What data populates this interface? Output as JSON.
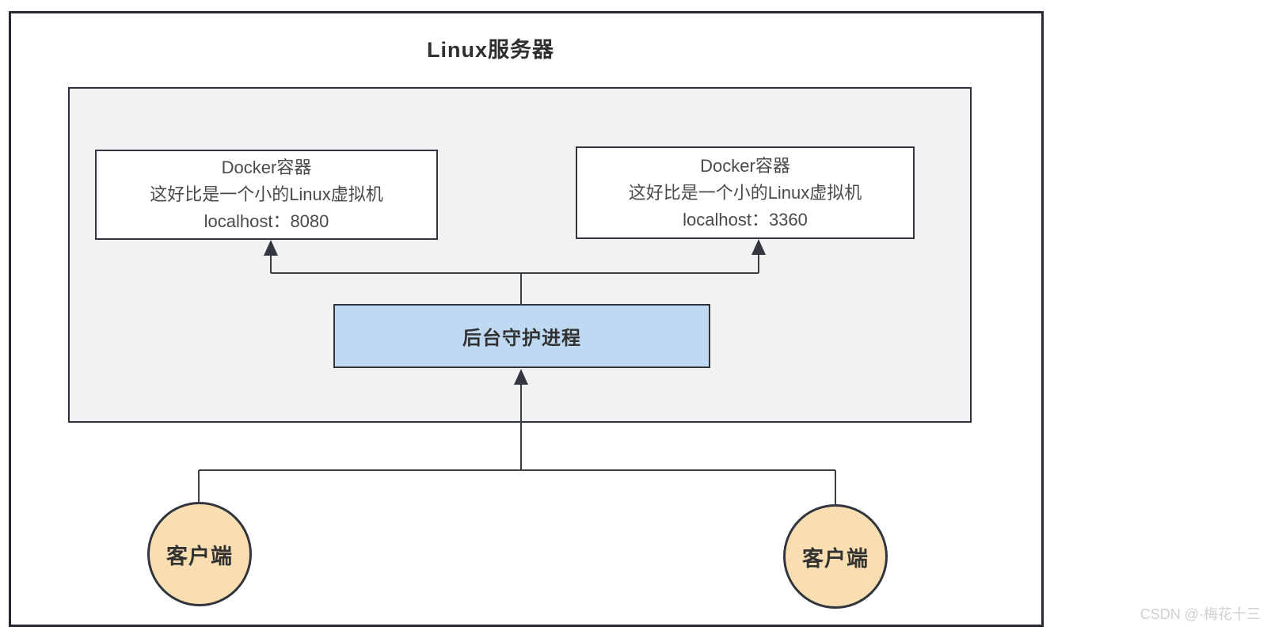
{
  "diagram": {
    "title": "Linux服务器",
    "containers": [
      {
        "title": "Docker容器",
        "desc": "这好比是一个小的Linux虚拟机",
        "address": "localhost：8080"
      },
      {
        "title": "Docker容器",
        "desc": "这好比是一个小的Linux虚拟机",
        "address": "localhost：3360"
      }
    ],
    "daemon": {
      "label": "后台守护进程"
    },
    "clients": [
      {
        "label": "客户端"
      },
      {
        "label": "客户端"
      }
    ],
    "colors": {
      "daemon_fill": "#bed9f1",
      "client_fill": "#f9deb2",
      "server_area_fill": "#f2f2f3",
      "line": "#3a4046"
    }
  },
  "watermark": "CSDN @·梅花十三"
}
